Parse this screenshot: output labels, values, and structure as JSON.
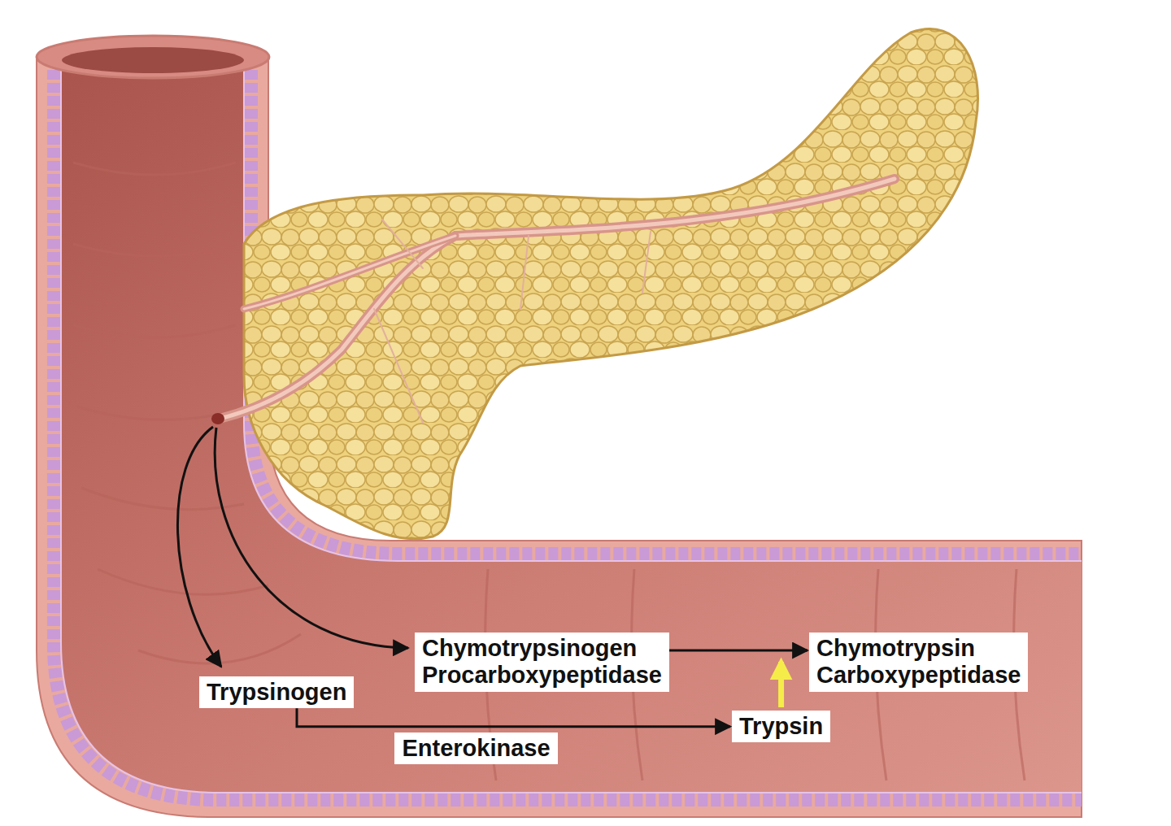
{
  "diagram": {
    "nodes": [
      {
        "text": [
          "Chymotrypsinogen",
          "Procarboxypeptidase"
        ]
      },
      {
        "text": [
          "Chymotrypsin",
          "Carboxypeptidase"
        ]
      },
      {
        "text": [
          "Trypsinogen"
        ]
      },
      {
        "text": [
          "Trypsin"
        ]
      }
    ],
    "edges": [
      {
        "from": 2,
        "to": 3,
        "label": "Enterokinase",
        "arrow": "to"
      },
      {
        "from": 0,
        "to": 1,
        "arrow": "to"
      }
    ]
  }
}
